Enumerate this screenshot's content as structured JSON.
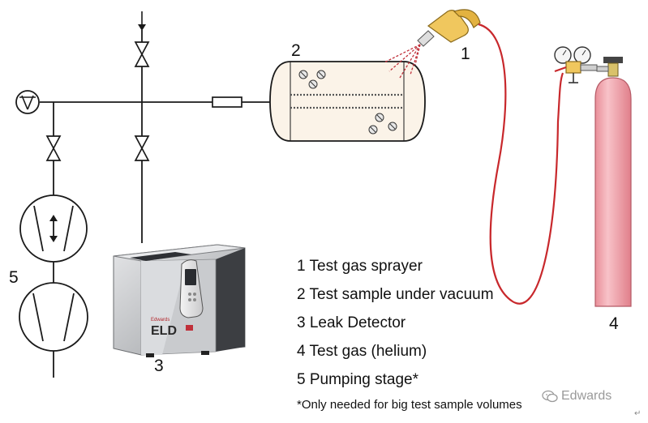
{
  "labels": {
    "sprayer_num": "1",
    "sample_num": "2",
    "detector_num": "3",
    "cylinder_num": "4",
    "pump_num": "5"
  },
  "legend": [
    "1 Test gas sprayer",
    "2 Test sample under vacuum",
    "3 Leak Detector",
    "4 Test gas (helium)",
    "5 Pumping stage*"
  ],
  "note": "*Only needed for big test sample volumes",
  "watermark": "Edwards",
  "corner_mark": "↵",
  "detector_brand": "Edwards",
  "detector_model": "ELD",
  "colors": {
    "line": "#1a1a1a",
    "hose": "#c8282c",
    "cylinder": "#f2a6ae",
    "nozzle": "#f0c75e",
    "spray": "#c0303a",
    "detector_body": "#c4c6c9",
    "valve_fill": "#ffffff"
  }
}
